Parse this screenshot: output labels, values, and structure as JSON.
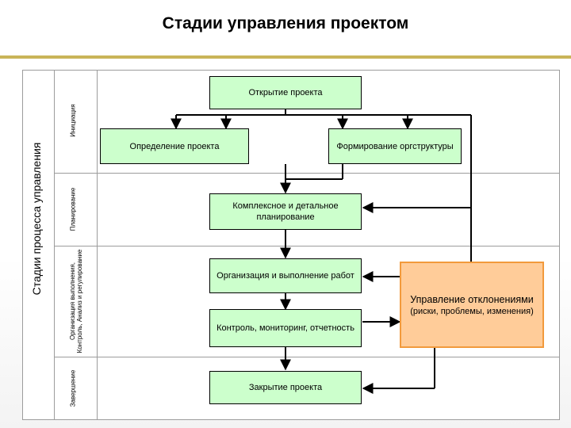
{
  "title": "Стадии управления проектом",
  "axis_label": "Стадии процесса управления",
  "stages": {
    "initiation": "Инициация",
    "planning": "Планирование",
    "execution": "Организация выполнения, Контроль, Анализ и регулирование",
    "closing": "Завершение"
  },
  "boxes": {
    "open": "Открытие проекта",
    "define": "Определение проекта",
    "org_structure": "Формирование оргструктуры",
    "planning": "Комплексное и детальное планирование",
    "execution": "Организация и выполнение работ",
    "control": "Контроль, мониторинг, отчетность",
    "close": "Закрытие проекта",
    "deviation_title": "Управление отклонениями",
    "deviation_detail": "(риски, проблемы, изменения)"
  },
  "colors": {
    "process_box": "#ccffcc",
    "deviation_box": "#ffcc99",
    "deviation_border": "#f29a3c",
    "title_rule": "#c9b458"
  }
}
